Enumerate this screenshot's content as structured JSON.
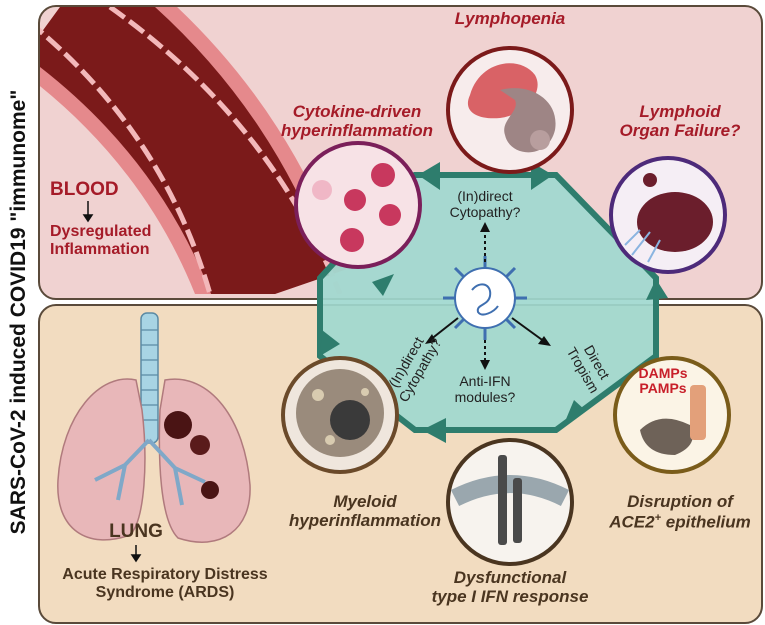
{
  "title": "SARS-CoV-2 induced COVID19 \"immunome\"",
  "blood": {
    "heading": "BLOOD",
    "outcome_line1": "Dysregulated",
    "outcome_line2": "Inflammation"
  },
  "lung": {
    "heading": "LUNG",
    "outcome_line1": "Acute Respiratory Distress",
    "outcome_line2": "Syndrome (ARDS)"
  },
  "phenotypes": {
    "lymphopenia": "Lymphopenia",
    "cytokine_line1": "Cytokine-driven",
    "cytokine_line2": "hyperinflammation",
    "lymphoid_line1": "Lymphoid",
    "lymphoid_line2": "Organ Failure?",
    "myeloid_line1": "Myeloid",
    "myeloid_line2": "hyperinflammation",
    "ifn_line1": "Dysfunctional",
    "ifn_line2": "type I IFN response",
    "epith_line1": "Disruption of",
    "epith_line2_pre": "ACE2",
    "epith_line2_sup": "+",
    "epith_line2_post": " epithelium"
  },
  "mechanisms": {
    "top_line1": "(In)direct",
    "top_line2": "Cytopathy?",
    "left_line1": "(In)direct",
    "left_line2": "Cytopathy?",
    "center_line1": "Anti-IFN",
    "center_line2": "modules?",
    "right_line1": "Direct",
    "right_line2": "Tropism"
  },
  "damage_signals": {
    "line1": "DAMPs",
    "line2": "PAMPs"
  },
  "colors": {
    "octagon_fill": "#9fd8cf",
    "octagon_stroke": "#2e7d6d",
    "blood_red": "#a51b28",
    "lung_pink": "#e8b7b9"
  }
}
